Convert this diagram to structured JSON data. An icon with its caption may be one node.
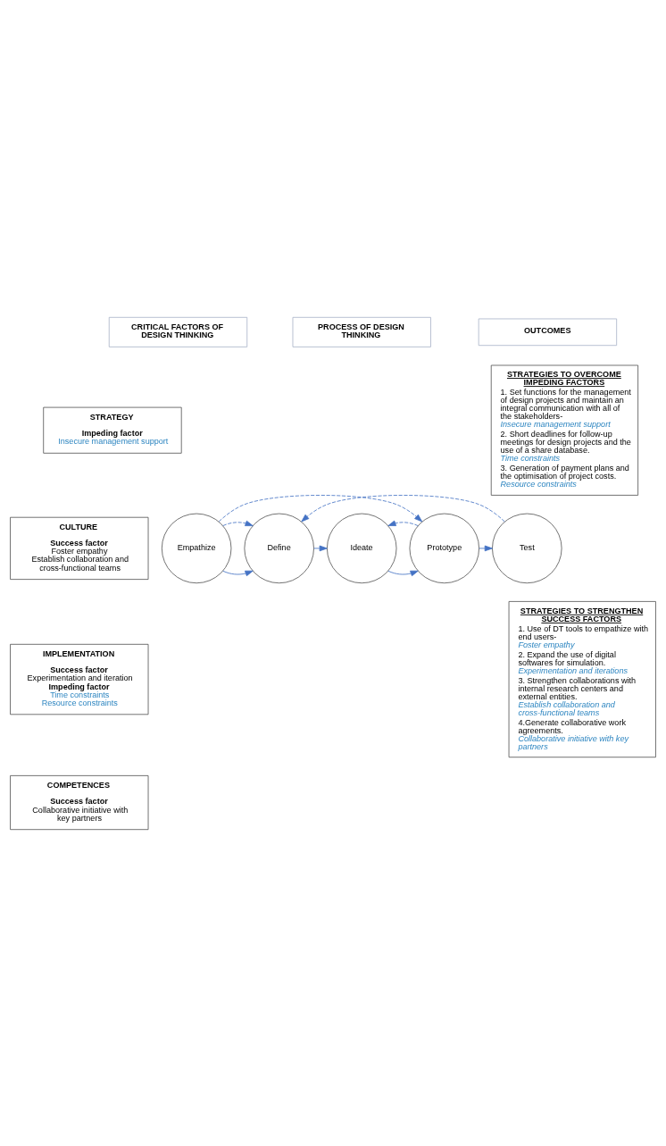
{
  "diagram": {
    "nodes": [
      {
        "text": [
          "CRITICAL FACTORS OF DESIGN THINKING"
        ]
      },
      {
        "text": [
          "PROCESS OF DESIGN THINKING"
        ]
      },
      {
        "text": [
          "OUTCOMES"
        ]
      },
      {
        "text": [
          "STRATEGY",
          "Impeding factor",
          "Insecure management support"
        ]
      },
      {
        "text": [
          "CULTURE",
          "Success factor",
          "Foster empathy",
          "Establish collaboration and cross-functional teams"
        ]
      },
      {
        "text": [
          "IMPLEMENTATION",
          "Success factor",
          "Experimentation and iteration",
          "Impeding factor",
          "Time constraints",
          "Resource constraints"
        ]
      },
      {
        "text": [
          "COMPETENCES",
          "Success factor",
          "Collaborative initiative with key partners"
        ]
      },
      {
        "text": [
          "Empathize"
        ]
      },
      {
        "text": [
          "Define"
        ]
      },
      {
        "text": [
          "Ideate"
        ]
      },
      {
        "text": [
          "Prototype"
        ]
      },
      {
        "text": [
          "Test"
        ]
      },
      {
        "text": [
          "STRATEGIES TO OVERCOME IMPEDING FACTORS",
          "1. Set functions for the management of design projects and maintain an integral communication with all of the stakeholders- *Insecure management support*",
          "2. Short deadlines for follow-up meetings for design projects and the use of a share database. *Time constraints*",
          "3. Generation of payment plans and the optimisation of project costs. *Resource constraints*"
        ]
      },
      {
        "text": [
          "STRATEGIES TO STRENGTHEN SUCCESS FACTORS",
          "1. Use of DT tools to empathize with end users- *Foster empathy*",
          "2. Expand the use of digital softwares for simulation. *Experimentation and iterations*",
          "3. Strengthen collaborations with internal research centers and external entities. *Establish collaboration and cross-functional teams*",
          "4.Generate collaborative work agreements. *Collaborative initiative with key partners*"
        ]
      }
    ],
    "edges": [
      {
        "from": 7,
        "to": 8,
        "arrow": "to"
      },
      {
        "from": 8,
        "to": 9,
        "arrow": "to"
      },
      {
        "from": 9,
        "to": 10,
        "arrow": "to"
      },
      {
        "from": 10,
        "to": 11,
        "arrow": "to"
      },
      {
        "from": 7,
        "to": 8,
        "arrow": "to",
        "style": "dashed"
      },
      {
        "from": 7,
        "to": 10,
        "arrow": "to",
        "style": "dashed"
      },
      {
        "from": 11,
        "to": 8,
        "arrow": "to",
        "style": "dashed"
      },
      {
        "from": 10,
        "to": 9,
        "arrow": "to",
        "style": "dashed"
      }
    ]
  }
}
